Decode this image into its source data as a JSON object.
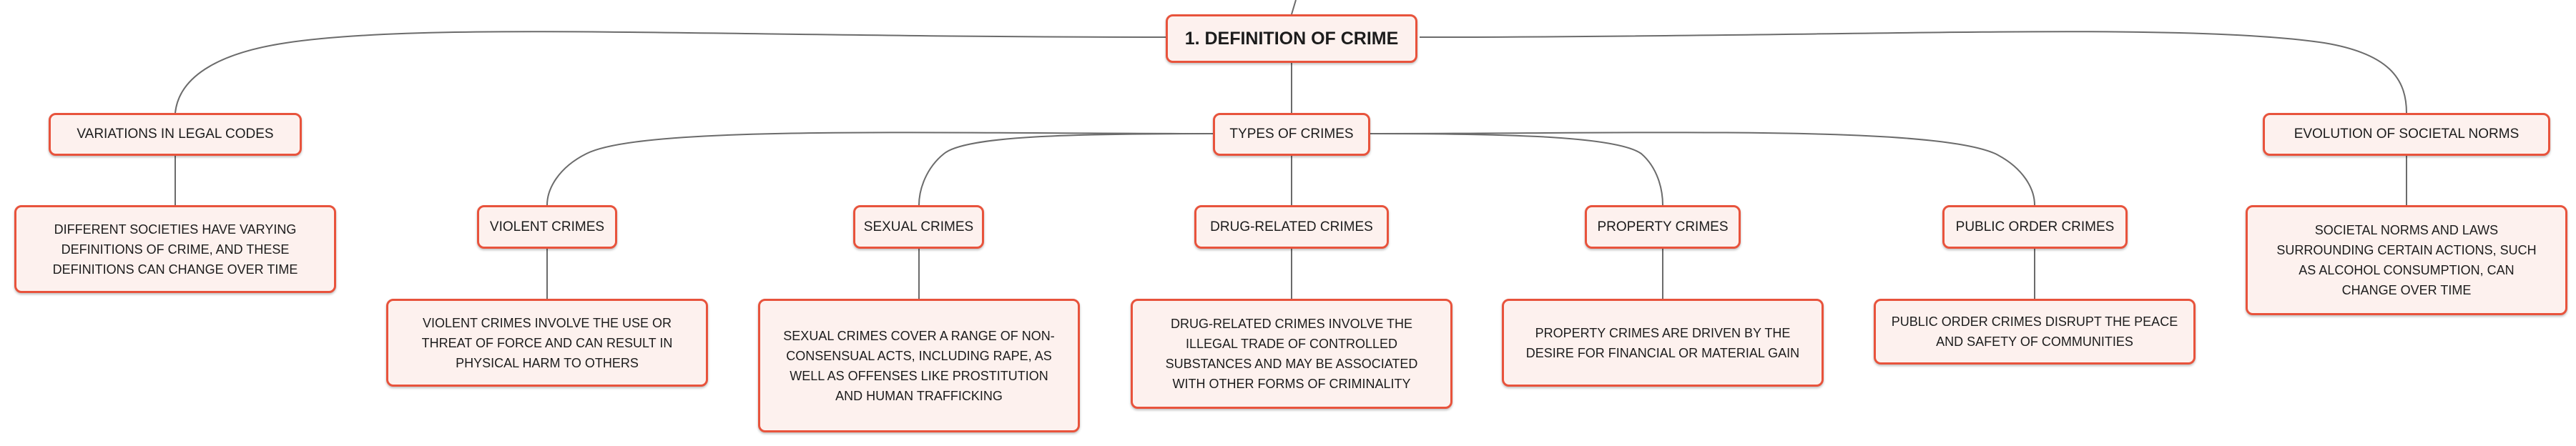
{
  "root": {
    "label": "1. DEFINITION OF CRIME"
  },
  "variations": {
    "label": "VARIATIONS IN LEGAL CODES",
    "detail": "DIFFERENT SOCIETIES HAVE VARYING DEFINITIONS OF CRIME, AND THESE DEFINITIONS CAN CHANGE OVER TIME"
  },
  "types": {
    "label": "TYPES OF CRIMES",
    "children": [
      {
        "label": "VIOLENT CRIMES",
        "detail": "VIOLENT CRIMES INVOLVE THE USE OR THREAT OF FORCE AND CAN RESULT IN PHYSICAL HARM TO OTHERS"
      },
      {
        "label": "SEXUAL CRIMES",
        "detail": "SEXUAL CRIMES COVER A RANGE OF NON-CONSENSUAL ACTS, INCLUDING RAPE, AS WELL AS OFFENSES LIKE PROSTITUTION AND HUMAN TRAFFICKING"
      },
      {
        "label": "DRUG-RELATED CRIMES",
        "detail": "DRUG-RELATED CRIMES INVOLVE THE ILLEGAL TRADE OF CONTROLLED SUBSTANCES AND MAY BE ASSOCIATED WITH OTHER FORMS OF CRIMINALITY"
      },
      {
        "label": "PROPERTY CRIMES",
        "detail": "PROPERTY CRIMES ARE DRIVEN BY THE DESIRE FOR FINANCIAL OR MATERIAL GAIN"
      },
      {
        "label": "PUBLIC ORDER CRIMES",
        "detail": "PUBLIC ORDER CRIMES DISRUPT THE PEACE AND SAFETY OF COMMUNITIES"
      }
    ]
  },
  "evolution": {
    "label": "EVOLUTION OF SOCIETAL NORMS",
    "detail": "SOCIETAL NORMS AND LAWS SURROUNDING CERTAIN ACTIONS, SUCH AS ALCOHOL CONSUMPTION, CAN CHANGE OVER TIME"
  },
  "colors": {
    "border": "#e8533c",
    "fill": "#fdf1ee",
    "connector": "#6b6b6b"
  }
}
